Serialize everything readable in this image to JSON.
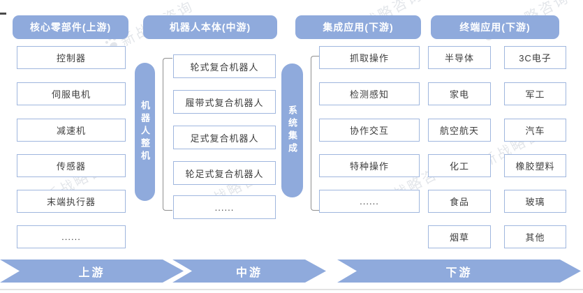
{
  "watermark": {
    "text": "新战略咨询"
  },
  "columns": {
    "upstream": {
      "header": "核心零部件(上游)",
      "items": [
        "控制器",
        "伺服电机",
        "减速机",
        "传感器",
        "末端执行器",
        "......"
      ]
    },
    "midstream": {
      "header": "机器人本体(中游)",
      "left_bar": "机器人整机",
      "right_bar": "系统集成",
      "items": [
        "轮式复合机器人",
        "履带式复合机器人",
        "足式复合机器人",
        "轮足式复合机器人",
        "......"
      ]
    },
    "integration": {
      "header": "集成应用(下游)",
      "items": [
        "抓取操作",
        "检测感知",
        "协作交互",
        "特种操作",
        "......"
      ]
    },
    "terminal": {
      "header": "终端应用(下游)",
      "left_items": [
        "半导体",
        "家电",
        "航空航天",
        "化工",
        "食品",
        "烟草"
      ],
      "right_items": [
        "3C电子",
        "军工",
        "汽车",
        "橡胶塑料",
        "玻璃",
        "其他"
      ]
    }
  },
  "flow": {
    "stages": [
      "上游",
      "中游",
      "下游"
    ]
  },
  "colors": {
    "primary_blue": "#8faadc",
    "box_border": "#9fb6de",
    "box_text": "#3d3d3d",
    "bracket_gray": "#8f8f8f",
    "watermark_gray": "#ccd1d9"
  }
}
